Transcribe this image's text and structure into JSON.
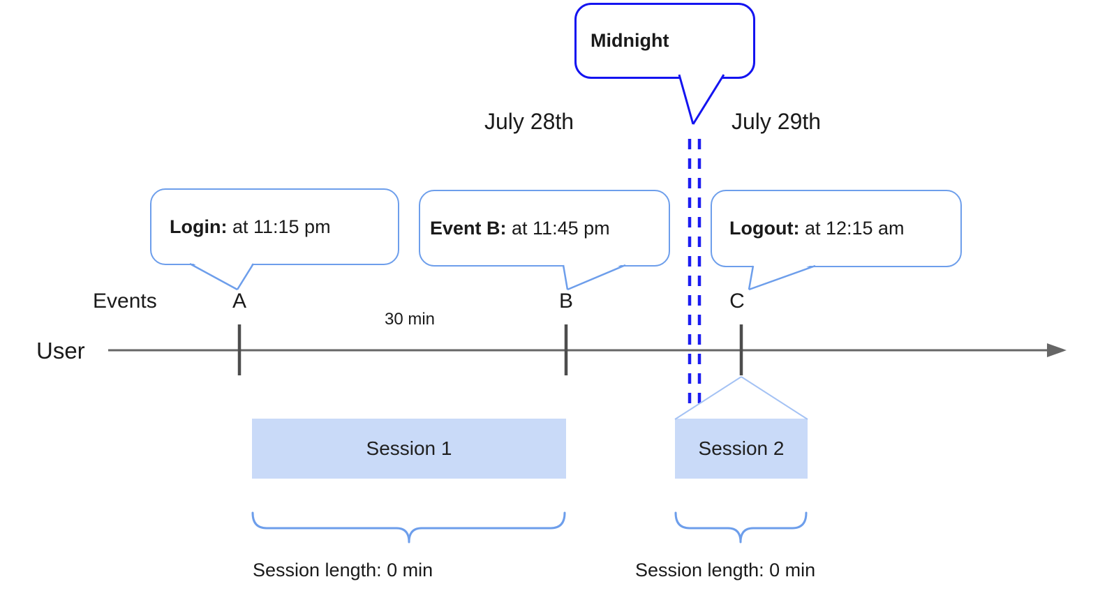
{
  "midnight_callout": {
    "label": "Midnight"
  },
  "date_labels": {
    "before_midnight": "July 28th",
    "after_midnight": "July 29th"
  },
  "event_callouts": [
    {
      "bold": "Login:",
      "rest": " at 11:15 pm"
    },
    {
      "bold": "Event B:",
      "rest": " at 11:45 pm"
    },
    {
      "bold": "Logout:",
      "rest": " at 12:15 am"
    }
  ],
  "timeline": {
    "row_label": "User",
    "events_label": "Events",
    "event_marks": [
      "A",
      "B",
      "C"
    ],
    "interval_label": "30 min"
  },
  "sessions": [
    {
      "name": "Session 1",
      "length_label": "Session length: 0 min"
    },
    {
      "name": "Session 2",
      "length_label": "Session length: 0 min"
    }
  ],
  "colors": {
    "midnight_stroke": "#1414f0",
    "dashed_line": "#1d1df0",
    "callout_stroke": "#6d9eeb",
    "session_fill": "#c9daf8",
    "fan_line": "#a4c2f4",
    "brace": "#6d9eeb",
    "timeline_line": "#666666",
    "tick": "#4d4d4d",
    "text": "#1a1a1a"
  }
}
